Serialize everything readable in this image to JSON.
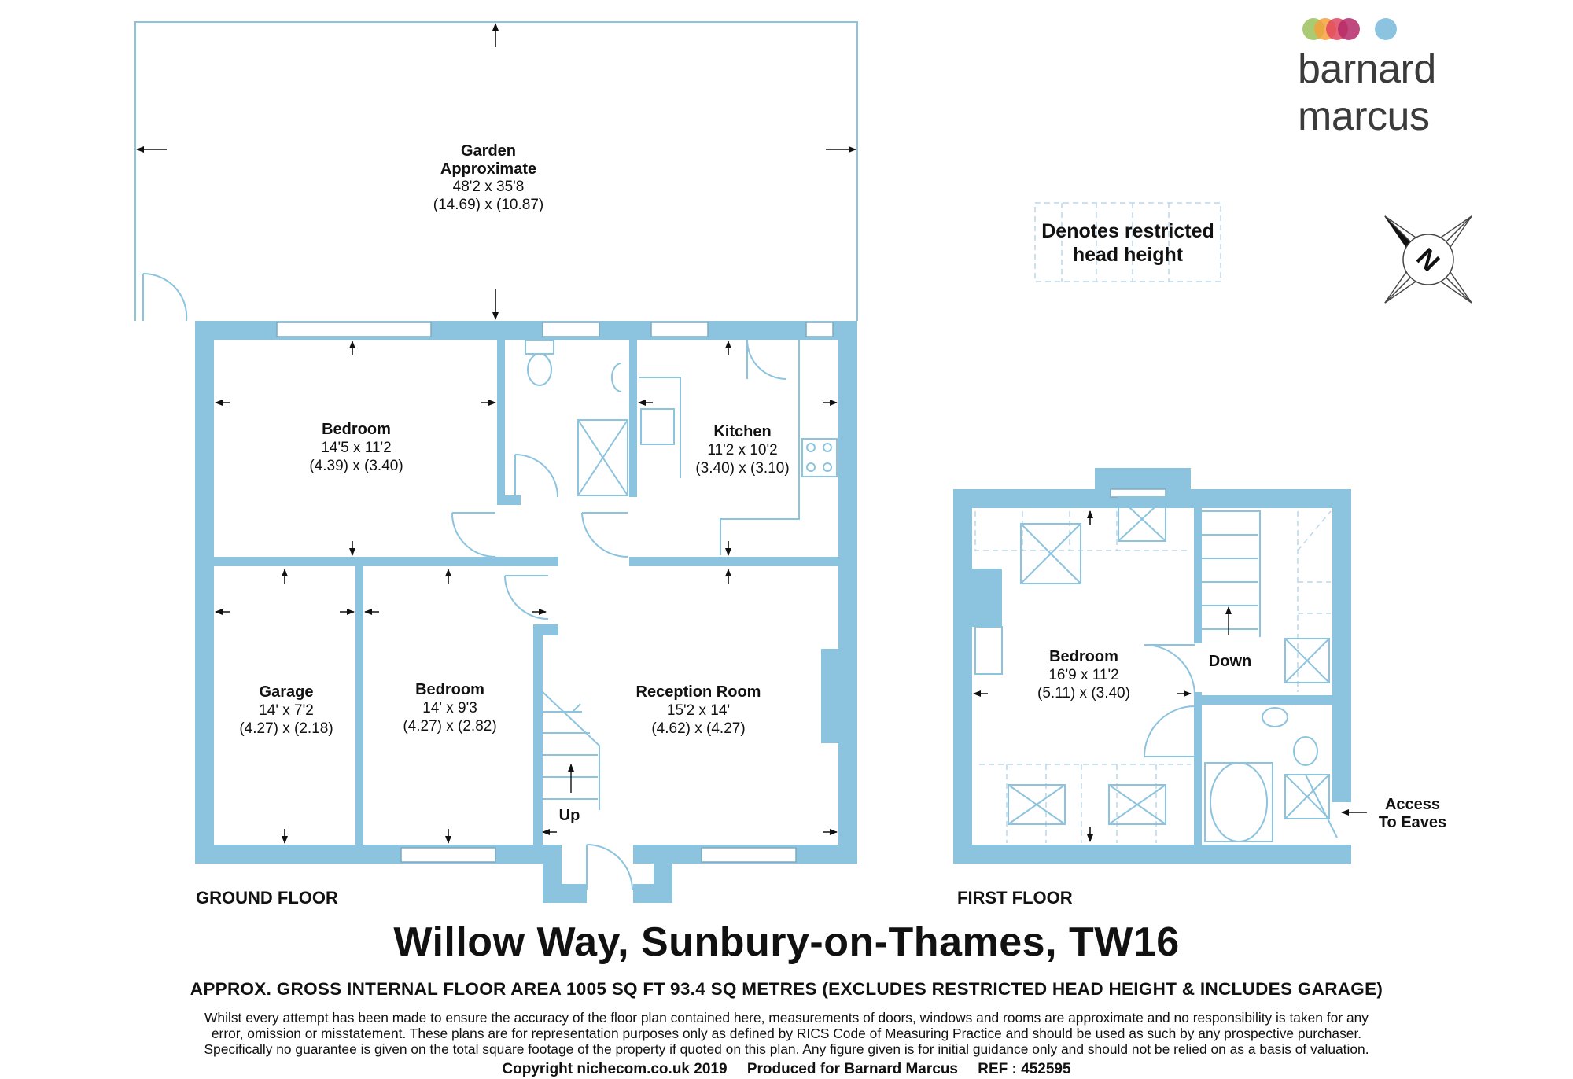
{
  "brand": {
    "name": "barnard marcus",
    "dot_colors": [
      "#9bc15a",
      "#f3a23c",
      "#e1455f",
      "#b52a68",
      "#8cc3df"
    ]
  },
  "colors": {
    "wall": "#8cc3df",
    "text": "#111111"
  },
  "legend": {
    "line1": "Denotes restricted",
    "line2": "head height"
  },
  "compass": {
    "letter": "N"
  },
  "floors": {
    "ground": "GROUND FLOOR",
    "first": "FIRST FLOOR"
  },
  "rooms": {
    "garden": {
      "name1": "Garden",
      "name2": "Approximate",
      "imperial": "48'2 x 35'8",
      "metric": "(14.69) x (10.87)"
    },
    "bedroom_gf_1": {
      "name": "Bedroom",
      "imperial": "14'5 x 11'2",
      "metric": "(4.39) x (3.40)"
    },
    "kitchen": {
      "name": "Kitchen",
      "imperial": "11'2 x 10'2",
      "metric": "(3.40) x (3.10)"
    },
    "garage": {
      "name": "Garage",
      "imperial": "14' x 7'2",
      "metric": "(4.27) x (2.18)"
    },
    "bedroom_gf_2": {
      "name": "Bedroom",
      "imperial": "14' x 9'3",
      "metric": "(4.27) x (2.82)"
    },
    "reception": {
      "name": "Reception Room",
      "imperial": "15'2 x 14'",
      "metric": "(4.62) x (4.27)"
    },
    "bedroom_ff": {
      "name": "Bedroom",
      "imperial": "16'9 x 11'2",
      "metric": "(5.11) x (3.40)"
    }
  },
  "stairs": {
    "up": "Up",
    "down": "Down"
  },
  "eaves": {
    "line1": "Access",
    "line2": "To Eaves"
  },
  "footer": {
    "title": "Willow Way, Sunbury-on-Thames, TW16",
    "area": "APPROX. GROSS INTERNAL FLOOR AREA 1005 SQ FT 93.4 SQ METRES (EXCLUDES RESTRICTED HEAD HEIGHT & INCLUDES GARAGE)",
    "disclaimer1": "Whilst every attempt has been made to ensure the accuracy of the floor plan contained here, measurements of doors, windows and rooms are approximate and no responsibility is taken for any",
    "disclaimer2": "error, omission or misstatement. These plans are for representation purposes only as defined by RICS Code of Measuring Practice and should be used as such by any prospective purchaser.",
    "disclaimer3": "Specifically no guarantee is given on the total square footage of the property if quoted on this plan. Any figure given is for initial guidance only and should not be relied on as a basis of valuation.",
    "copyright": "Copyright nichecom.co.uk 2019",
    "produced": "Produced for Barnard Marcus",
    "ref": "REF : 452595"
  }
}
